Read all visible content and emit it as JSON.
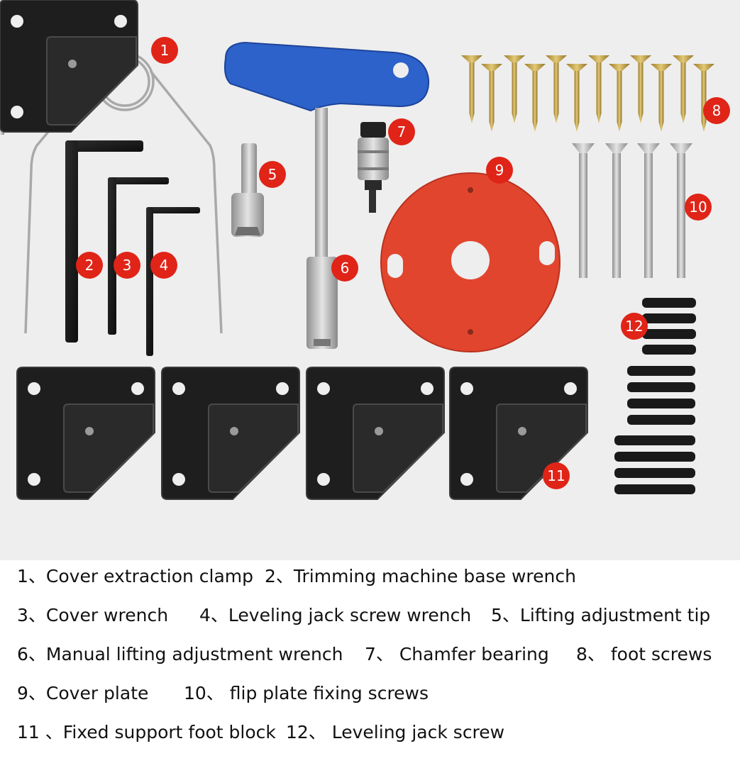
{
  "badges": {
    "b1": "1",
    "b2": "2",
    "b3": "3",
    "b4": "4",
    "b5": "5",
    "b6": "6",
    "b7": "7",
    "b8": "8",
    "b9": "9",
    "b10": "10",
    "b11": "11",
    "b12": "12"
  },
  "legend": {
    "row1": {
      "c1": "1、Cover extraction clamp",
      "c2": "2、Trimming machine base wrench"
    },
    "row2": {
      "c1": "3、Cover wrench",
      "c2": "4、Leveling jack screw wrench",
      "c3": "5、Lifting adjustment tip"
    },
    "row3": {
      "c1": "6、Manual lifting adjustment wrench",
      "c2": "7、 Chamfer bearing",
      "c3": "8、 foot screws"
    },
    "row4": {
      "c1": "9、Cover plate",
      "c2": "10、 flip plate fixing screws"
    },
    "row5": {
      "c1": "11 、Fixed support foot block",
      "c2": "12、 Leveling jack screw"
    }
  },
  "colors": {
    "badge": "#e02418",
    "handle": "#2c62c9",
    "plate": "#e2452e",
    "black_parts": "#1b1b1b",
    "steel": "#bcbcbc",
    "brass": "#c9a54a"
  }
}
